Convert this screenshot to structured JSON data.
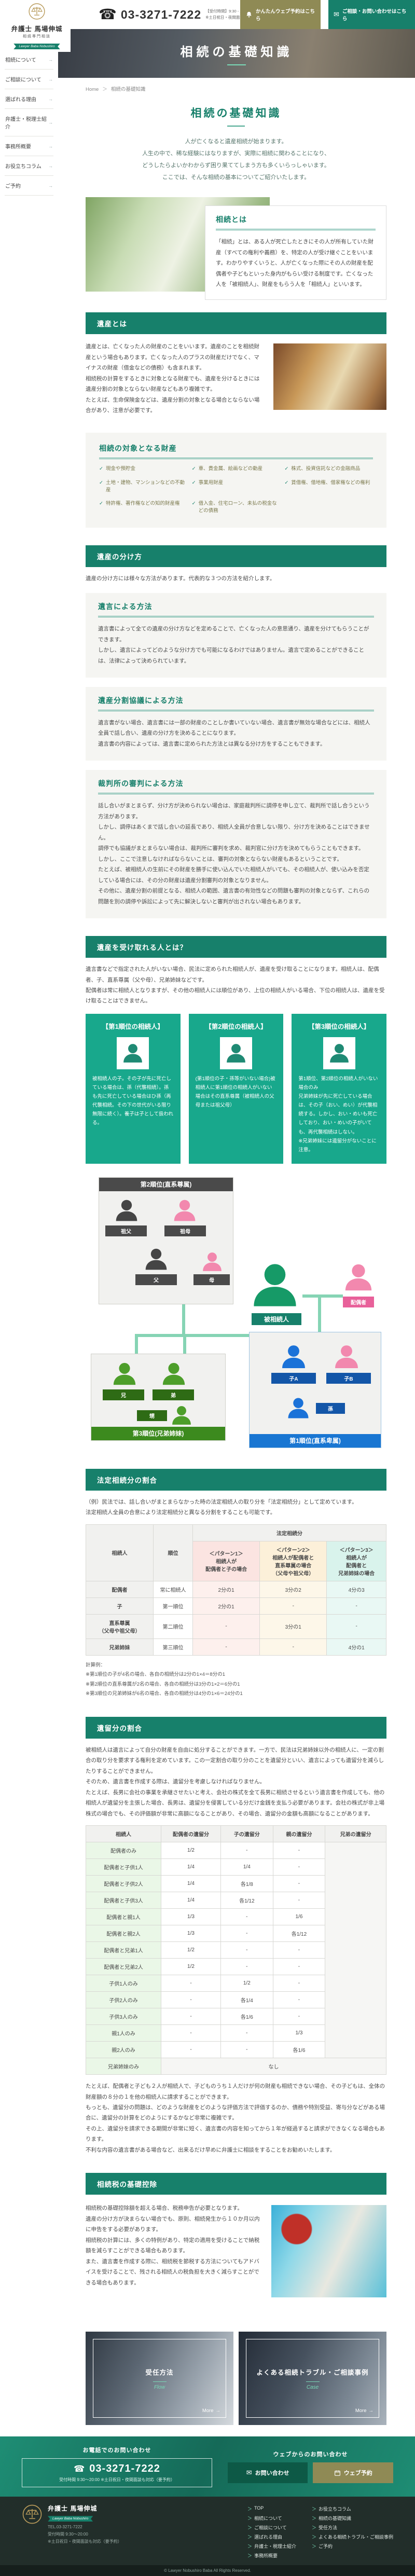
{
  "colors": {
    "accent_green": "#17806b",
    "card_green": "#18a88c",
    "button_olive": "#8f8a55",
    "pink": "#f288ae",
    "blue": "#1b72d8",
    "sibling_green": "#4d9e2a",
    "dark_gray": "#4a4a4a"
  },
  "brand": {
    "name": "弁護士 馬場伸城",
    "subtitle": "相続専門相談",
    "badge": "Lawyer Baba Nobushiro"
  },
  "header": {
    "phone_icon": "☎",
    "phone": "03-3271-7222",
    "hours_label": "【受付時間】9:30 - 20:00",
    "hours_note": "※土日祝日・夜間面談も対応（要予約）",
    "web_reserve_button": "かんたんウェブ予約はこちら",
    "contact_button": "ご相談・お問い合わせはこちら"
  },
  "hero": {
    "title": "相続の基礎知識"
  },
  "sidebar": {
    "items": [
      "相続について",
      "ご相談について",
      "選ばれる理由",
      "弁護士・税理士紹介",
      "事務所概要",
      "お役立ちコラム",
      "ご予約"
    ]
  },
  "breadcrumb": {
    "home": "Home",
    "sep": "＞",
    "current": "相続の基礎知識"
  },
  "page": {
    "title": "相続の基礎知識",
    "intro": "人が亡くなると遺産相続が始まります。\n人生の中で、稀な経験にはなりますが、実際に相続に関わることになり、\nどうしたらよいかわからず困り果ててしまう方も多くいらっしゃいます。\nここでは、そんな相続の基本についてご紹介いたします。"
  },
  "sections": {
    "souzoku": {
      "title": "相続とは",
      "body": "「相続」とは、ある人が死亡したときにその人が所有していた財産（すべての権利や義務）を、特定の人が受け継ぐことをいいます。わかりやすくいうと、人が亡くなった際にその人の財産を配偶者や子どもといった身内がもらい受ける制度です。亡くなった人を「被相続人」、財産をもらう人を「相続人」といいます。"
    },
    "isan": {
      "title": "遺産とは",
      "body": "遺産とは、亡くなった人の財産のことをいいます。遺産のことを相続財産という場合もあります。亡くなった人のプラスの財産だけでなく、マイナスの財産（借金などの債務）も含まれます。\n相続税の計算をするときに対象となる財産でも、遺産を分けるときには遺産分割の対象とならない財産などもあり複雑です。\nたとえば、生命保険金などは、遺産分割の対象となる場合とならない場合があり、注意が必要です。"
    },
    "zaisan": {
      "title": "相続の対象となる財産",
      "items": [
        "現金や預貯金",
        "車、貴金属、絵画などの動産",
        "株式、投資信託などの金融商品",
        "土地・建物、マンションなどの不動産",
        "事業用財産",
        "賃借権、借地権、借家権などの権利",
        "特許権、著作権などの知的財産権",
        "借入金、住宅ローン、未払の税金などの債務"
      ]
    },
    "wakekata": {
      "title": "遺産の分け方",
      "lead": "遺産の分け方には様々な方法があります。代表的な３つの方法を紹介します。",
      "methods": [
        {
          "title": "遺言による方法",
          "body": "遺言書によって全ての遺産の分け方などを定めることで、亡くなった人の意思通り、遺産を分けてもらうことができます。\nしかし、遺言によってどのような分け方でも可能になるわけではありません。遺言で定めることができることは、法律によって決められています。"
        },
        {
          "title": "遺産分割協議による方法",
          "body": "遺言書がない場合、遺言書には一部の財産のことしか書いていない場合、遺言書が無効な場合などには、相続人全員で話し合い、遺産の分け方を決めることになります。\n遺言書の内容によっては、遺言書に定められた方法とは異なる分け方をすることもできます。"
        },
        {
          "title": "裁判所の審判による方法",
          "body": "話し合いがまとまらず、分け方が決められない場合は、家庭裁判所に調停を申し立て、裁判所で話し合うという方法があります。\nしかし、調停はあくまで話し合いの延長であり、相続人全員が合意しない限り、分け方を決めることはできません。\n調停でも協議がまとまらない場合は、裁判所に審判を求め、裁判官に分け方を決めてもらうこともできます。\nしかし、ここで注意しなければならないことは、審判の対象とならない財産もあるということです。\nたとえば、被相続人の生前にその財産を勝手に使い込んでいた相続人がいても、その相続人が、使い込みを否定している場合には、その分の財産は遺産分割審判の対象となりません。\nその他に、遺産分割の前提となる、相続人の範囲、遺言書の有効性などの問題も審判の対象とならず、これらの問題を別の調停や訴訟によって先に解決しないと審判が出されない場合もあります。"
        }
      ]
    },
    "uketoreru": {
      "title": "遺産を受け取れる人とは？",
      "body": "遺言書などで指定された人がいない場合、民法に定められた相続人が、遺産を受け取ることになります。相続人は、配偶者、子、直系尊属（父や母）、兄弟姉妹などです。\n配偶者は常に相続人となりますが、その他の相続人には順位があり、上位の相続人がいる場合、下位の相続人は、遺産を受け取ることはできません。",
      "cards": [
        {
          "title": "【第1順位の相続人】",
          "body": "被相続人の子。その子が先に死亡している場合は、孫（代襲相続）。孫も先に死亡している場合はひ孫（再代襲相続。その下の世代がいる限り無限に続く）。養子は子として扱われる。"
        },
        {
          "title": "【第2順位の相続人】",
          "body": "(第1順位の子・孫等がいない場合)被相続人に第1順位の相続人がいない場合はその直系尊属（被相続人の父母または祖父母）"
        },
        {
          "title": "【第3順位の相続人】",
          "body": "第1順位、第2順位の相続人がいない場合のみ\n兄弟姉妹が先に死亡している場合は、その子（おい、めい）が代襲相続する。しかし、おい・めいも死亡しており、おい・めいの子がいても、再代襲相続はしない。\n※兄弟姉妹には遺留分がないことに注意。"
        }
      ]
    },
    "diagram": {
      "box2_title": "第2順位(直系尊属)",
      "grandfather": "祖父",
      "grandmother": "祖母",
      "father": "父",
      "mother": "母",
      "decedent": "被相続人",
      "spouse": "配偶者",
      "older_brother": "兄",
      "younger_brother": "弟",
      "nephew": "甥",
      "child_a": "子A",
      "child_b": "子B",
      "grandchild": "孫",
      "box3_title": "第3順位(兄弟姉妹)",
      "box1_title": "第1順位(直系卑属)"
    },
    "houtei": {
      "title": "法定相続分の割合",
      "lead": "（例）民法では、話し合いがまとまらなかった時の法定相続人の取り分を「法定相続分」として定めています。\n法定相続人全員の合意により法定相続分と異なる分割をすることも可能です。",
      "table": {
        "col1": "相続人",
        "col2": "順位",
        "group": "法定相続分",
        "patterns": [
          "＜パターン1＞\n相続人が\n配偶者と子の場合",
          "＜パターン2＞\n相続人が配偶者と\n直系尊属の場合\n（父母や祖父母）",
          "＜パターン3＞\n相続人が\n配偶者と\n兄弟姉妹の場合"
        ],
        "rows": [
          [
            "配偶者",
            "常に相続人",
            "2分の1",
            "3分の2",
            "4分の3"
          ],
          [
            "子",
            "第一順位",
            "2分の1",
            "-",
            "-"
          ],
          [
            "直系尊属\n（父母や祖父母）",
            "第二順位",
            "-",
            "3分の1",
            "-"
          ],
          [
            "兄弟姉妹",
            "第三順位",
            "-",
            "-",
            "4分の1"
          ]
        ]
      },
      "notes": "計算例：\n※第1順位の子が4名の場合、各自の相続分は2分の1×4＝8分の1\n※第2順位の直系尊属が2名の場合、各自の相続分は3分の1×2＝6分の1\n※第3順位の兄弟姉妹が6名の場合、各自の相続分は4分の1×6＝24分の1"
    },
    "iryubun": {
      "title": "遺留分の割合",
      "body1": "被相続人は遺言によって自分の財産を自由に処分することができます。一方で、民法は兄弟姉妹以外の相続人に、一定の割合の取り分を要求する権利を定めています。この一定割合の取り分のことを遺留分といい、遺言によっても遺留分を減らしたりすることができません。\nそのため、遺言書を作成する際は、遺留分を考慮しなければなりません。\nたとえば、長男に会社の事業を承継させたいと考え、会社の株式を全て長男に相続させるという遺言書を作成しても、他の相続人が遺留分を主張した場合、長男は、遺留分を侵害している分だけ金銭を支払う必要があります。会社の株式が非上場株式の場合でも、その評価額が非常に高額になることがあり、その場合、遺留分の金額も高額になることがあります。",
      "headers": [
        "相続人",
        "配偶者の遺留分",
        "子の遺留分",
        "親の遺留分",
        "兄弟の遺留分"
      ],
      "table_rows": [
        [
          "配偶者のみ",
          "1/2",
          "-",
          "-"
        ],
        [
          "配偶者と子供1人",
          "1/4",
          "1/4",
          "-"
        ],
        [
          "配偶者と子供2人",
          "1/4",
          "各1/8",
          "-"
        ],
        [
          "配偶者と子供3人",
          "1/4",
          "各1/12",
          "-"
        ],
        [
          "配偶者と親1人",
          "1/3",
          "-",
          "1/6"
        ],
        [
          "配偶者と親2人",
          "1/3",
          "-",
          "各1/12"
        ],
        [
          "配偶者と兄弟1人",
          "1/2",
          "-",
          "-"
        ],
        [
          "配偶者と兄弟2人",
          "1/2",
          "-",
          "-"
        ],
        [
          "子供1人のみ",
          "-",
          "1/2",
          "-"
        ],
        [
          "子供2人のみ",
          "-",
          "各1/4",
          "-"
        ],
        [
          "子供3人のみ",
          "-",
          "各1/6",
          "-"
        ],
        [
          "親1人のみ",
          "-",
          "-",
          "1/3"
        ],
        [
          "親2人のみ",
          "-",
          "-",
          "各1/6"
        ],
        [
          "兄弟姉妹のみ",
          "なし"
        ]
      ],
      "body2": "たとえば、配偶者と子ども２人が相続人で、子どものうち１人だけが何の財産も相続できない場合、その子どもは、全体の財産額の８分の１を他の相続人に請求することができます。\nもっとも、遺留分の問題は、どのような財産をどのような評価方法で評価するのか、債務や特別受益、寄与分などがある場合に、遺留分の計算をどのようにするかなど非常に複雑です。\nその上、遺留分を請求できる期間が非常に短く、遺言書の内容を知ってから１年が経過すると請求ができなくなる場合もあります。\n不利な内容の遺言書がある場合など、出来るだけ早めに弁護士に相談をすることをお勧めいたします。"
    },
    "kiso": {
      "title": "相続税の基礎控除",
      "body": "相続税の基礎控除額を超える場合、税務申告が必要となります。\n遺産の分け方が決まらない場合でも、原則、相続発生から１０か月以内に申告をする必要があります。\n相続税の計算には、多くの特例があり、特定の適用を受けることで納税額を減らすことができる場合もあります。\nまた、遺言書を作成する際に、相続税を節税する方法についてもアドバイスを受けることで、残される相続人の税負担を大きく減らすことができる場合もあります。"
    }
  },
  "banners": [
    {
      "title": "受任方法",
      "subtitle": "Flow",
      "more": "More",
      "arrow": "→"
    },
    {
      "title": "よくある相続トラブル・ご相談事例",
      "subtitle": "Case",
      "more": "More",
      "arrow": "→"
    }
  ],
  "cta": {
    "phone_heading": "お電話でのお問い合わせ",
    "phone_icon": "☎",
    "phone": "03-3271-7222",
    "hours": "受付時間 9:30～20:00",
    "note": "※土日祝日・夜間面談も対応（要予約）",
    "web_heading": "ウェブからのお問い合わせ",
    "contact_button": "お問い合わせ",
    "reserve_button": "ウェブ予約"
  },
  "footer": {
    "info": "TEL.03-3271-7222\n受付時間 9:30～20:00\n※土日祝日・夜間面談も対応（要予約）",
    "links1": [
      "TOP",
      "相続について",
      "ご相談について",
      "選ばれる理由",
      "弁護士・税理士紹介",
      "事務所概要"
    ],
    "links2": [
      "お役立ちコラム",
      "相続の基礎知識",
      "受任方法",
      "よくある相続トラブル・ご相談事例",
      "ご予約"
    ],
    "copyright": "© Lawyer Nobushiro Baba All Rights Reserved."
  }
}
